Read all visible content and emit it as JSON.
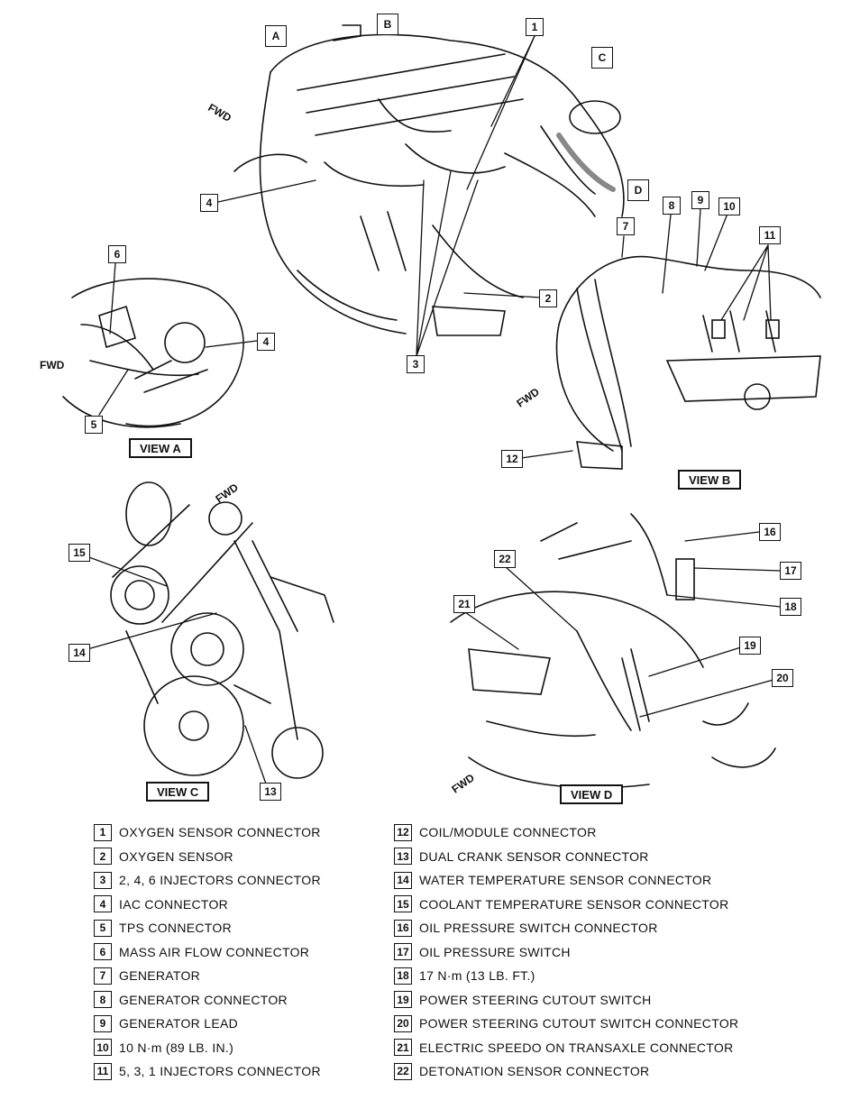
{
  "views": {
    "a": "VIEW A",
    "b": "VIEW B",
    "c": "VIEW C",
    "d": "VIEW D"
  },
  "view_arrows": [
    "A",
    "B",
    "C",
    "D"
  ],
  "fwd_label": "FWD",
  "callouts": {
    "c1": "1",
    "c2": "2",
    "c3": "3",
    "c4_main": "4",
    "c4_a": "4",
    "c5": "5",
    "c6": "6",
    "c7": "7",
    "c8": "8",
    "c9": "9",
    "c10": "10",
    "c11": "11",
    "c12": "12",
    "c13": "13",
    "c14": "14",
    "c15": "15",
    "c16": "16",
    "c17": "17",
    "c18": "18",
    "c19": "19",
    "c20": "20",
    "c21": "21",
    "c22": "22"
  },
  "legend_left": [
    {
      "num": "1",
      "text": "OXYGEN SENSOR CONNECTOR"
    },
    {
      "num": "2",
      "text": "OXYGEN SENSOR"
    },
    {
      "num": "3",
      "text": "2, 4, 6 INJECTORS CONNECTOR"
    },
    {
      "num": "4",
      "text": "IAC CONNECTOR"
    },
    {
      "num": "5",
      "text": "TPS CONNECTOR"
    },
    {
      "num": "6",
      "text": "MASS AIR FLOW CONNECTOR"
    },
    {
      "num": "7",
      "text": "GENERATOR"
    },
    {
      "num": "8",
      "text": "GENERATOR CONNECTOR"
    },
    {
      "num": "9",
      "text": "GENERATOR LEAD"
    },
    {
      "num": "10",
      "text": "10 N·m (89 LB. IN.)"
    },
    {
      "num": "11",
      "text": "5, 3, 1 INJECTORS CONNECTOR"
    }
  ],
  "legend_right": [
    {
      "num": "12",
      "text": "COIL/MODULE CONNECTOR"
    },
    {
      "num": "13",
      "text": "DUAL CRANK SENSOR CONNECTOR"
    },
    {
      "num": "14",
      "text": "WATER TEMPERATURE SENSOR CONNECTOR"
    },
    {
      "num": "15",
      "text": "COOLANT TEMPERATURE SENSOR CONNECTOR"
    },
    {
      "num": "16",
      "text": "OIL PRESSURE SWITCH CONNECTOR"
    },
    {
      "num": "17",
      "text": "OIL PRESSURE SWITCH"
    },
    {
      "num": "18",
      "text": "17 N·m (13 LB. FT.)"
    },
    {
      "num": "19",
      "text": "POWER STEERING CUTOUT SWITCH"
    },
    {
      "num": "20",
      "text": "POWER STEERING CUTOUT SWITCH CONNECTOR"
    },
    {
      "num": "21",
      "text": "ELECTRIC SPEEDO ON TRANSAXLE CONNECTOR"
    },
    {
      "num": "22",
      "text": "DETONATION SENSOR CONNECTOR"
    }
  ]
}
